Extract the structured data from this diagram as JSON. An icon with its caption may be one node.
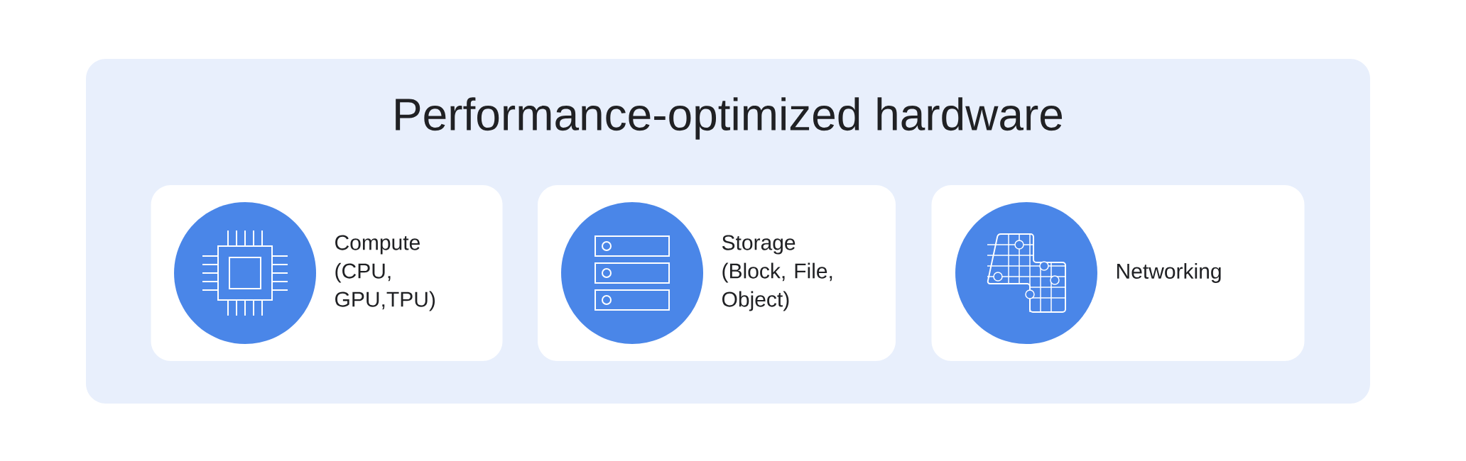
{
  "diagram": {
    "nodes": [
      {
        "text": [
          "Performance-optimized hardware"
        ]
      },
      {
        "text": [
          "Compute (CPU, GPU,TPU)"
        ],
        "in": 0
      },
      {
        "text": [
          "Storage (Block, File, Object)"
        ],
        "in": 0
      },
      {
        "text": [
          "Networking"
        ],
        "in": 0
      }
    ]
  }
}
